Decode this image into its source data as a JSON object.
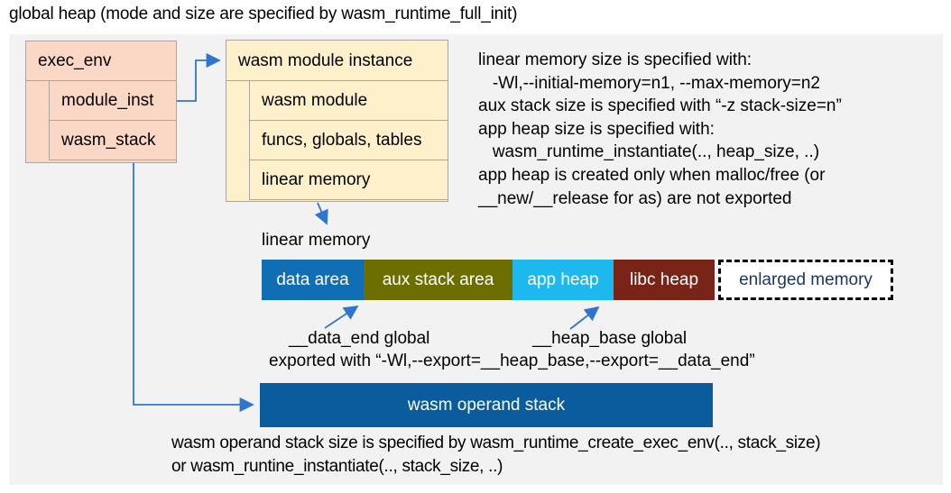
{
  "title": "global heap (mode and size are specified by wasm_runtime_full_init)",
  "exec_env_box": {
    "header": "exec_env",
    "rows": [
      "module_inst",
      "wasm_stack"
    ]
  },
  "module_instance_box": {
    "header": "wasm module instance",
    "rows": [
      "wasm module",
      "funcs, globals, tables",
      "linear memory"
    ]
  },
  "notes_right": {
    "lines": [
      "linear memory size is specified with:",
      "   -Wl,--initial-memory=n1, --max-memory=n2",
      "aux stack size is specified with “-z stack-size=n”",
      "app heap size is specified with:",
      "   wasm_runtime_instantiate(.., heap_size, ..)",
      "app heap is created only when malloc/free (or",
      "__new/__release for as) are not exported"
    ]
  },
  "linear_memory": {
    "label": "linear memory",
    "segments": [
      {
        "label": "data area",
        "color": "#0f6eb4",
        "text_color": "#ffffff"
      },
      {
        "label": "aux stack area",
        "color": "#6c6e00",
        "text_color": "#ffffff"
      },
      {
        "label": "app heap",
        "color": "#1cb8ee",
        "text_color": "#ffffff"
      },
      {
        "label": "libc heap",
        "color": "#7a2417",
        "text_color": "#ffffff"
      },
      {
        "label": "enlarged memory",
        "color": "#ffffff",
        "text_color": "#1c355e",
        "border_style": "dashed"
      }
    ]
  },
  "annotations": {
    "data_end": "__data_end global",
    "heap_base": "__heap_base global",
    "export_line": "exported with “-Wl,--export=__heap_base,--export=__data_end”"
  },
  "operand_stack": {
    "label": "wasm operand stack",
    "color": "#0b5c9d"
  },
  "footer": {
    "lines": [
      "wasm operand stack size is specified by wasm_runtime_create_exec_env(.., stack_size)",
      "or wasm_runtine_instantiate(.., stack_size, ..)"
    ]
  },
  "colors": {
    "panel_background": "#f2f2f2",
    "box_pink": "#fbd8c6",
    "box_cream": "#fdf0cb",
    "box_border": "#a6a6a6",
    "arrow_blue": "#2e75d0"
  }
}
